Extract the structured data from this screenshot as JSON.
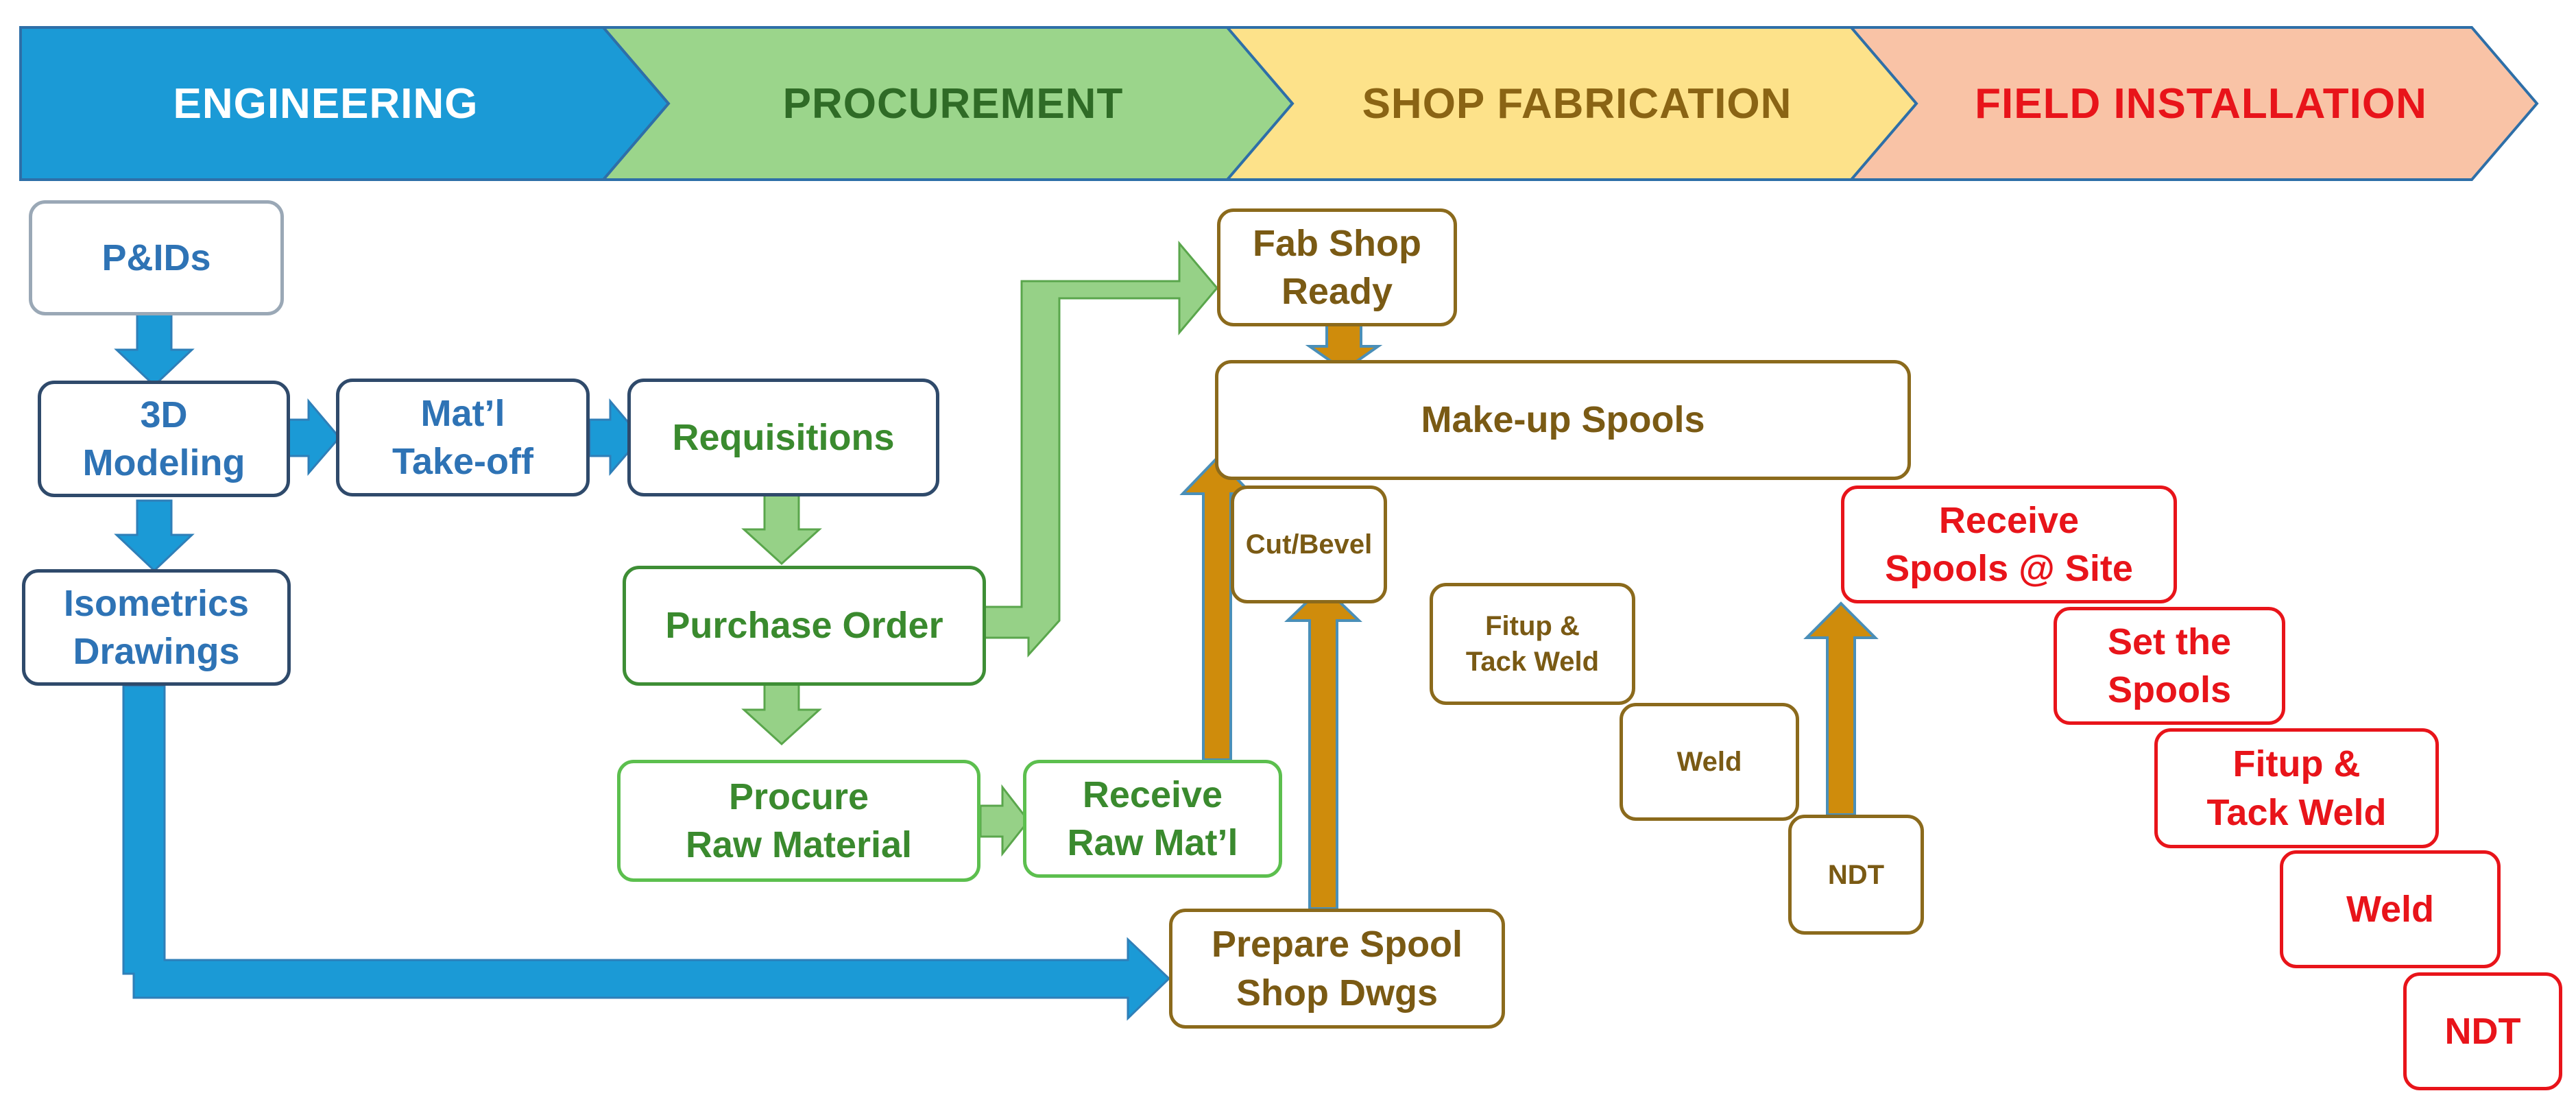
{
  "phases": [
    {
      "label": "ENGINEERING",
      "color": "#1b9ad6",
      "text_color": "#ffffff"
    },
    {
      "label": "PROCUREMENT",
      "color": "#9bd58b",
      "text_color": "#2f6b26"
    },
    {
      "label": "SHOP FABRICATION",
      "color": "#fde28a",
      "text_color": "#8a6414"
    },
    {
      "label": "FIELD INSTALLATION",
      "color": "#f9c3a6",
      "text_color": "#e8141a"
    }
  ],
  "engineering": {
    "pids": "P&IDs",
    "modeling": "3D\nModeling",
    "takeoff": "Mat’l\nTake-off",
    "isometrics": "Isometrics\nDrawings"
  },
  "procurement": {
    "requisitions": "Requisitions",
    "purchase_order": "Purchase Order",
    "procure_raw": "Procure\nRaw Material",
    "receive_raw": "Receive\nRaw Mat’l"
  },
  "shop": {
    "fab_ready": "Fab Shop\nReady",
    "makeup": "Make-up Spools",
    "cut_bevel": "Cut/Bevel",
    "fitup": "Fitup &\nTack Weld",
    "weld": "Weld",
    "ndt": "NDT",
    "prepare_dwgs": "Prepare Spool\nShop Dwgs"
  },
  "field": {
    "receive_spools": "Receive\nSpools @ Site",
    "set_spools": "Set the\nSpools",
    "fitup": "Fitup &\nTack Weld",
    "weld": "Weld",
    "ndt": "NDT"
  },
  "colors": {
    "blue_arrow": "#1b9ad6",
    "green_arrow": "#96d187",
    "gold_arrow": "#cf8c0c"
  }
}
